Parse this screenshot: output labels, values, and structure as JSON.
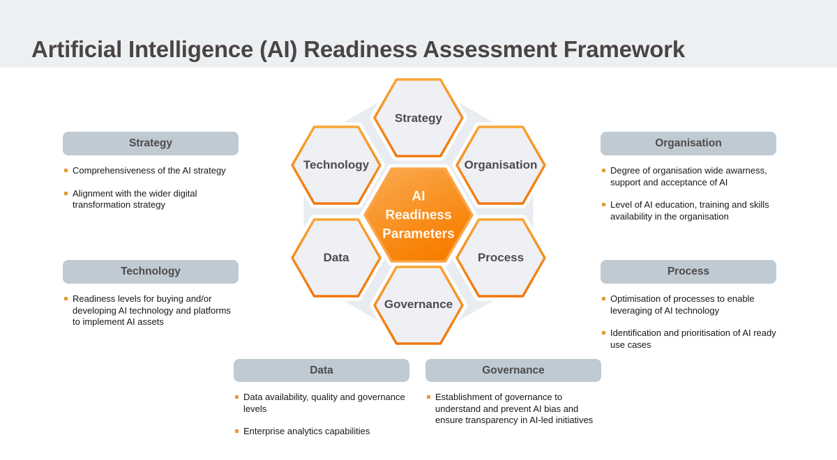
{
  "title": "Artificial Intelligence (AI) Readiness Assessment Framework",
  "center": {
    "lines": [
      "AI",
      "Readiness",
      "Parameters"
    ]
  },
  "hexagons": [
    {
      "label": "Strategy"
    },
    {
      "label": "Technology"
    },
    {
      "label": "Organisation"
    },
    {
      "label": "Data"
    },
    {
      "label": "Process"
    },
    {
      "label": "Governance"
    }
  ],
  "panels": [
    {
      "title": "Strategy",
      "bullets": [
        "Comprehensiveness of the AI strategy",
        "Alignment with the wider digital transformation strategy"
      ]
    },
    {
      "title": "Technology",
      "bullets": [
        "Readiness levels for buying and/or developing AI technology and platforms to implement AI assets"
      ]
    },
    {
      "title": "Organisation",
      "bullets": [
        "Degree of organisation wide awarness, support and acceptance of AI",
        "Level of AI education, training and skills availability in the organisation"
      ]
    },
    {
      "title": "Process",
      "bullets": [
        "Optimisation of processes to enable leveraging of AI technology",
        "Identification and prioritisation of AI ready use cases"
      ]
    },
    {
      "title": "Data",
      "bullets": [
        "Data availability, quality and governance levels",
        "Enterprise analytics capabilities"
      ]
    },
    {
      "title": "Governance",
      "bullets": [
        "Establishment of governance to understand and prevent AI bias and ensure transparency in AI-led initiatives"
      ]
    }
  ],
  "colors": {
    "header_band": "#edf0f3",
    "title_text": "#4a4543",
    "panel_header_bg": "#c0cad3",
    "panel_header_text": "#4c4c4c",
    "bullet_square": "#e49a3a",
    "body_text": "#161616",
    "hex_fill": "#eef0f4",
    "hex_border_top": "#f9a433",
    "hex_border_bottom": "#f0780f",
    "center_gradient_top": "#faab52",
    "center_gradient_bottom": "#f87e00",
    "center_text": "#fff9f0",
    "bg_hexagon": "#e9ecf0"
  }
}
